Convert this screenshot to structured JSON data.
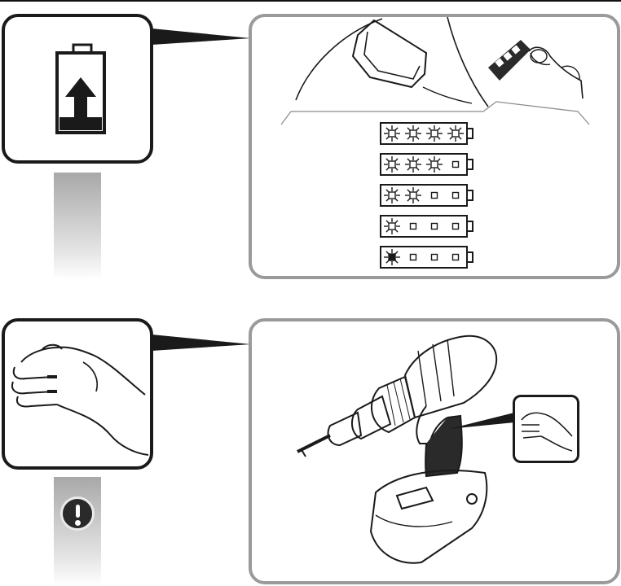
{
  "page": {
    "colors": {
      "line": "#1a1a1a",
      "panel_border": "#9a9a9a",
      "gradient_top": "#a8a8a8",
      "background": "#ffffff"
    }
  },
  "step_charge": {
    "icon": "battery-charging-icon",
    "indicator_rows": [
      {
        "lit": 4,
        "total": 4
      },
      {
        "lit": 3,
        "total": 4
      },
      {
        "lit": 2,
        "total": 4
      },
      {
        "lit": 1,
        "total": 4
      },
      {
        "lit": 1,
        "total": 4,
        "warning": true
      }
    ]
  },
  "step_grip": {
    "icon": "hand-grip-icon",
    "warning_icon": "exclamation-icon"
  }
}
